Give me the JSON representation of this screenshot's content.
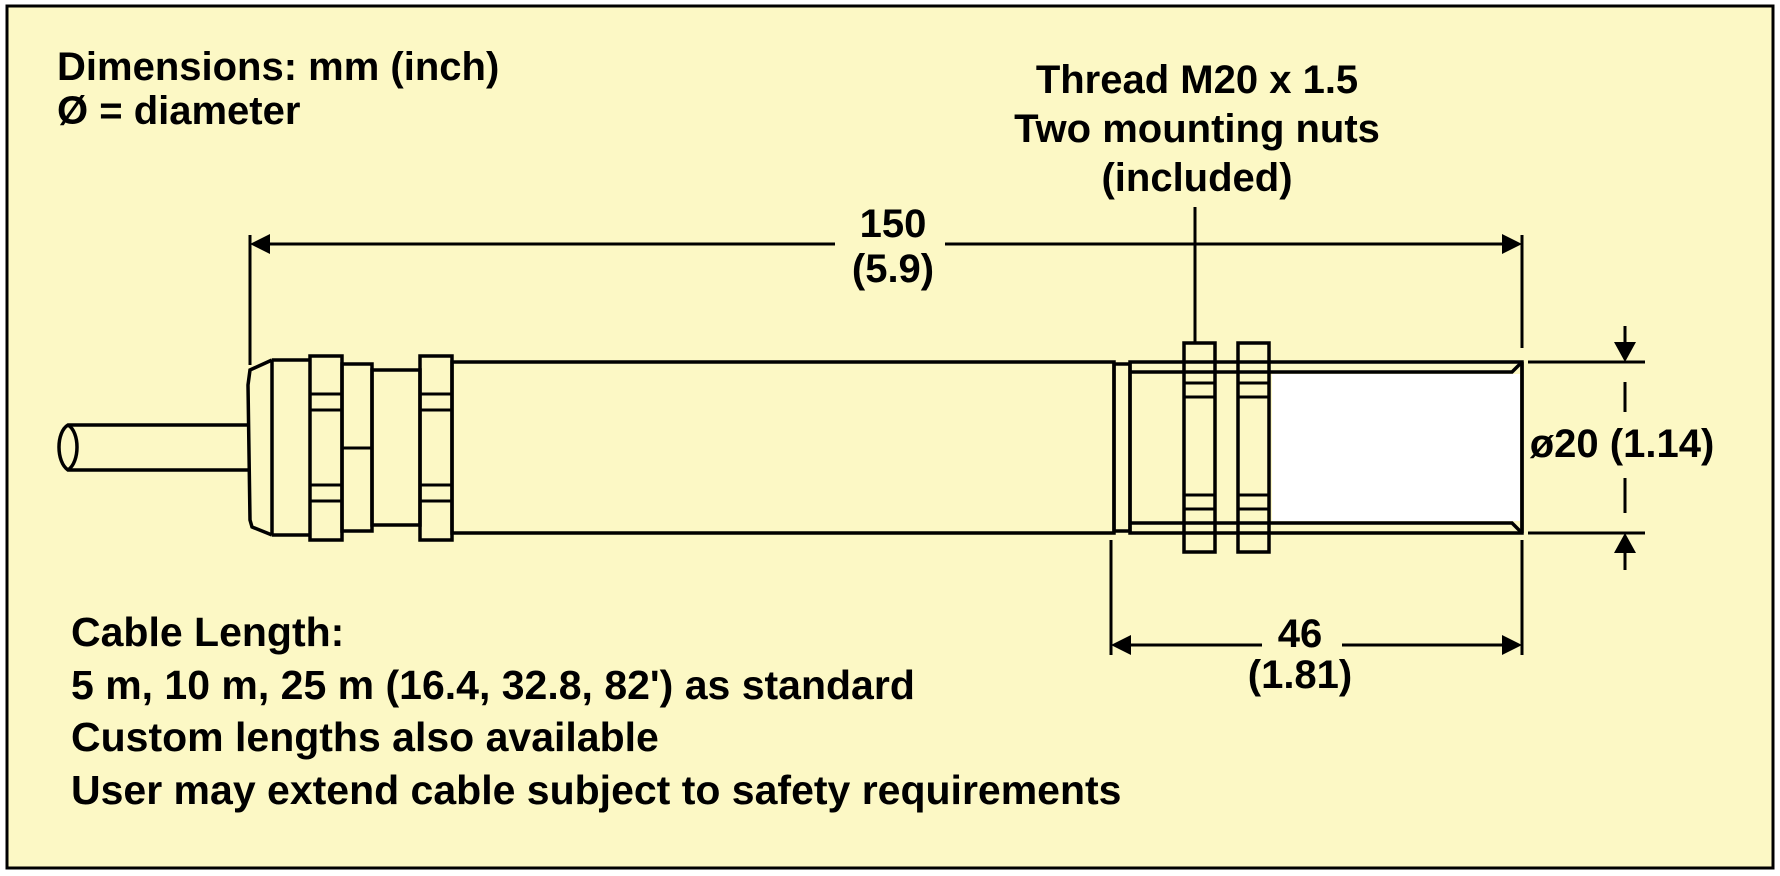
{
  "colors": {
    "background": "#FCF8C5",
    "probe_tip": "#FFFFFF",
    "line": "#000000"
  },
  "legend": {
    "line1": "Dimensions: mm (inch)",
    "line2": "Ø = diameter"
  },
  "thread_note": {
    "line1": "Thread M20 x 1.5",
    "line2": "Two mounting nuts",
    "line3": "(included)"
  },
  "dimensions": {
    "overall_length": {
      "value": "150",
      "inch": "(5.9)"
    },
    "thread_length": {
      "value": "46",
      "inch": "(1.81)"
    },
    "diameter": "ø20 (1.14)"
  },
  "cable_note": {
    "line1": "Cable Length:",
    "line2": "5 m, 10 m, 25 m (16.4, 32.8, 82') as standard",
    "line3": "Custom lengths also available",
    "line4": "User may extend cable subject to safety requirements"
  }
}
